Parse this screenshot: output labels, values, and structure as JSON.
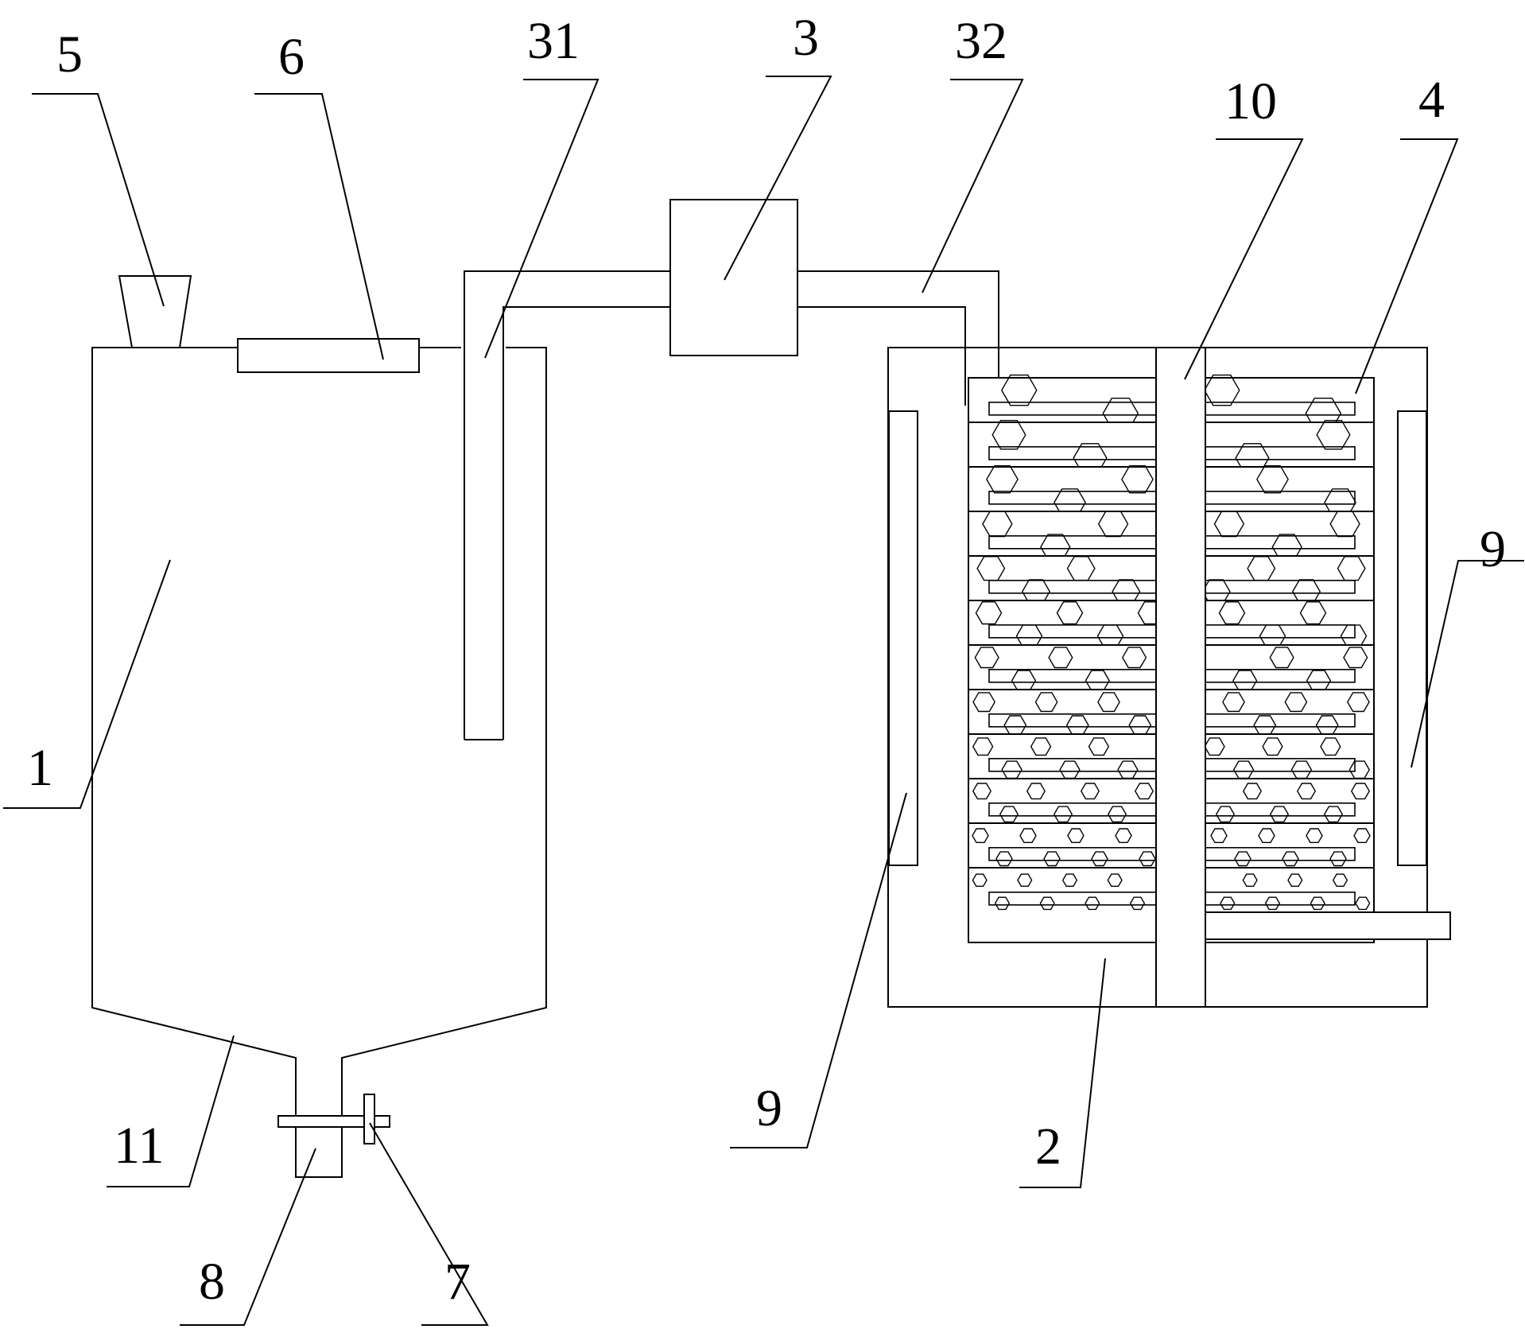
{
  "diagram": {
    "labels": {
      "l5": "5",
      "l6": "6",
      "l31": "31",
      "l3": "3",
      "l32": "32",
      "l10": "10",
      "l4": "4",
      "l9_right": "9",
      "l1": "1",
      "l11": "11",
      "l9_left": "9",
      "l2": "2",
      "l8": "8",
      "l7": "7"
    }
  }
}
